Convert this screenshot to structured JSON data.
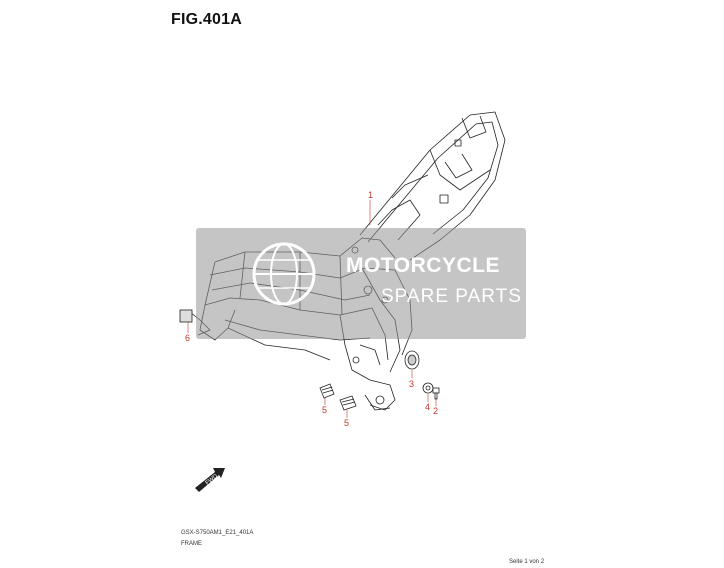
{
  "figure": {
    "title": "FIG.401A"
  },
  "callouts": [
    {
      "id": "1",
      "label": "1"
    },
    {
      "id": "2",
      "label": "2"
    },
    {
      "id": "3",
      "label": "3"
    },
    {
      "id": "4",
      "label": "4"
    },
    {
      "id": "5a",
      "label": "5"
    },
    {
      "id": "5b",
      "label": "5"
    },
    {
      "id": "6",
      "label": "6"
    }
  ],
  "fwd_arrow": {
    "label": "FWD"
  },
  "watermark": {
    "line1": "MOTORCYCLE",
    "line2": "SPARE PARTS",
    "logo_icon": "globe-logo-icon"
  },
  "footer": {
    "code": "GSX-S750AM1_E21_401A",
    "name": "FRAME",
    "page": "Seite 1 von 2"
  },
  "colors": {
    "callout": "#c0392b",
    "line_art": "#222222",
    "watermark_bg": "#969696"
  }
}
